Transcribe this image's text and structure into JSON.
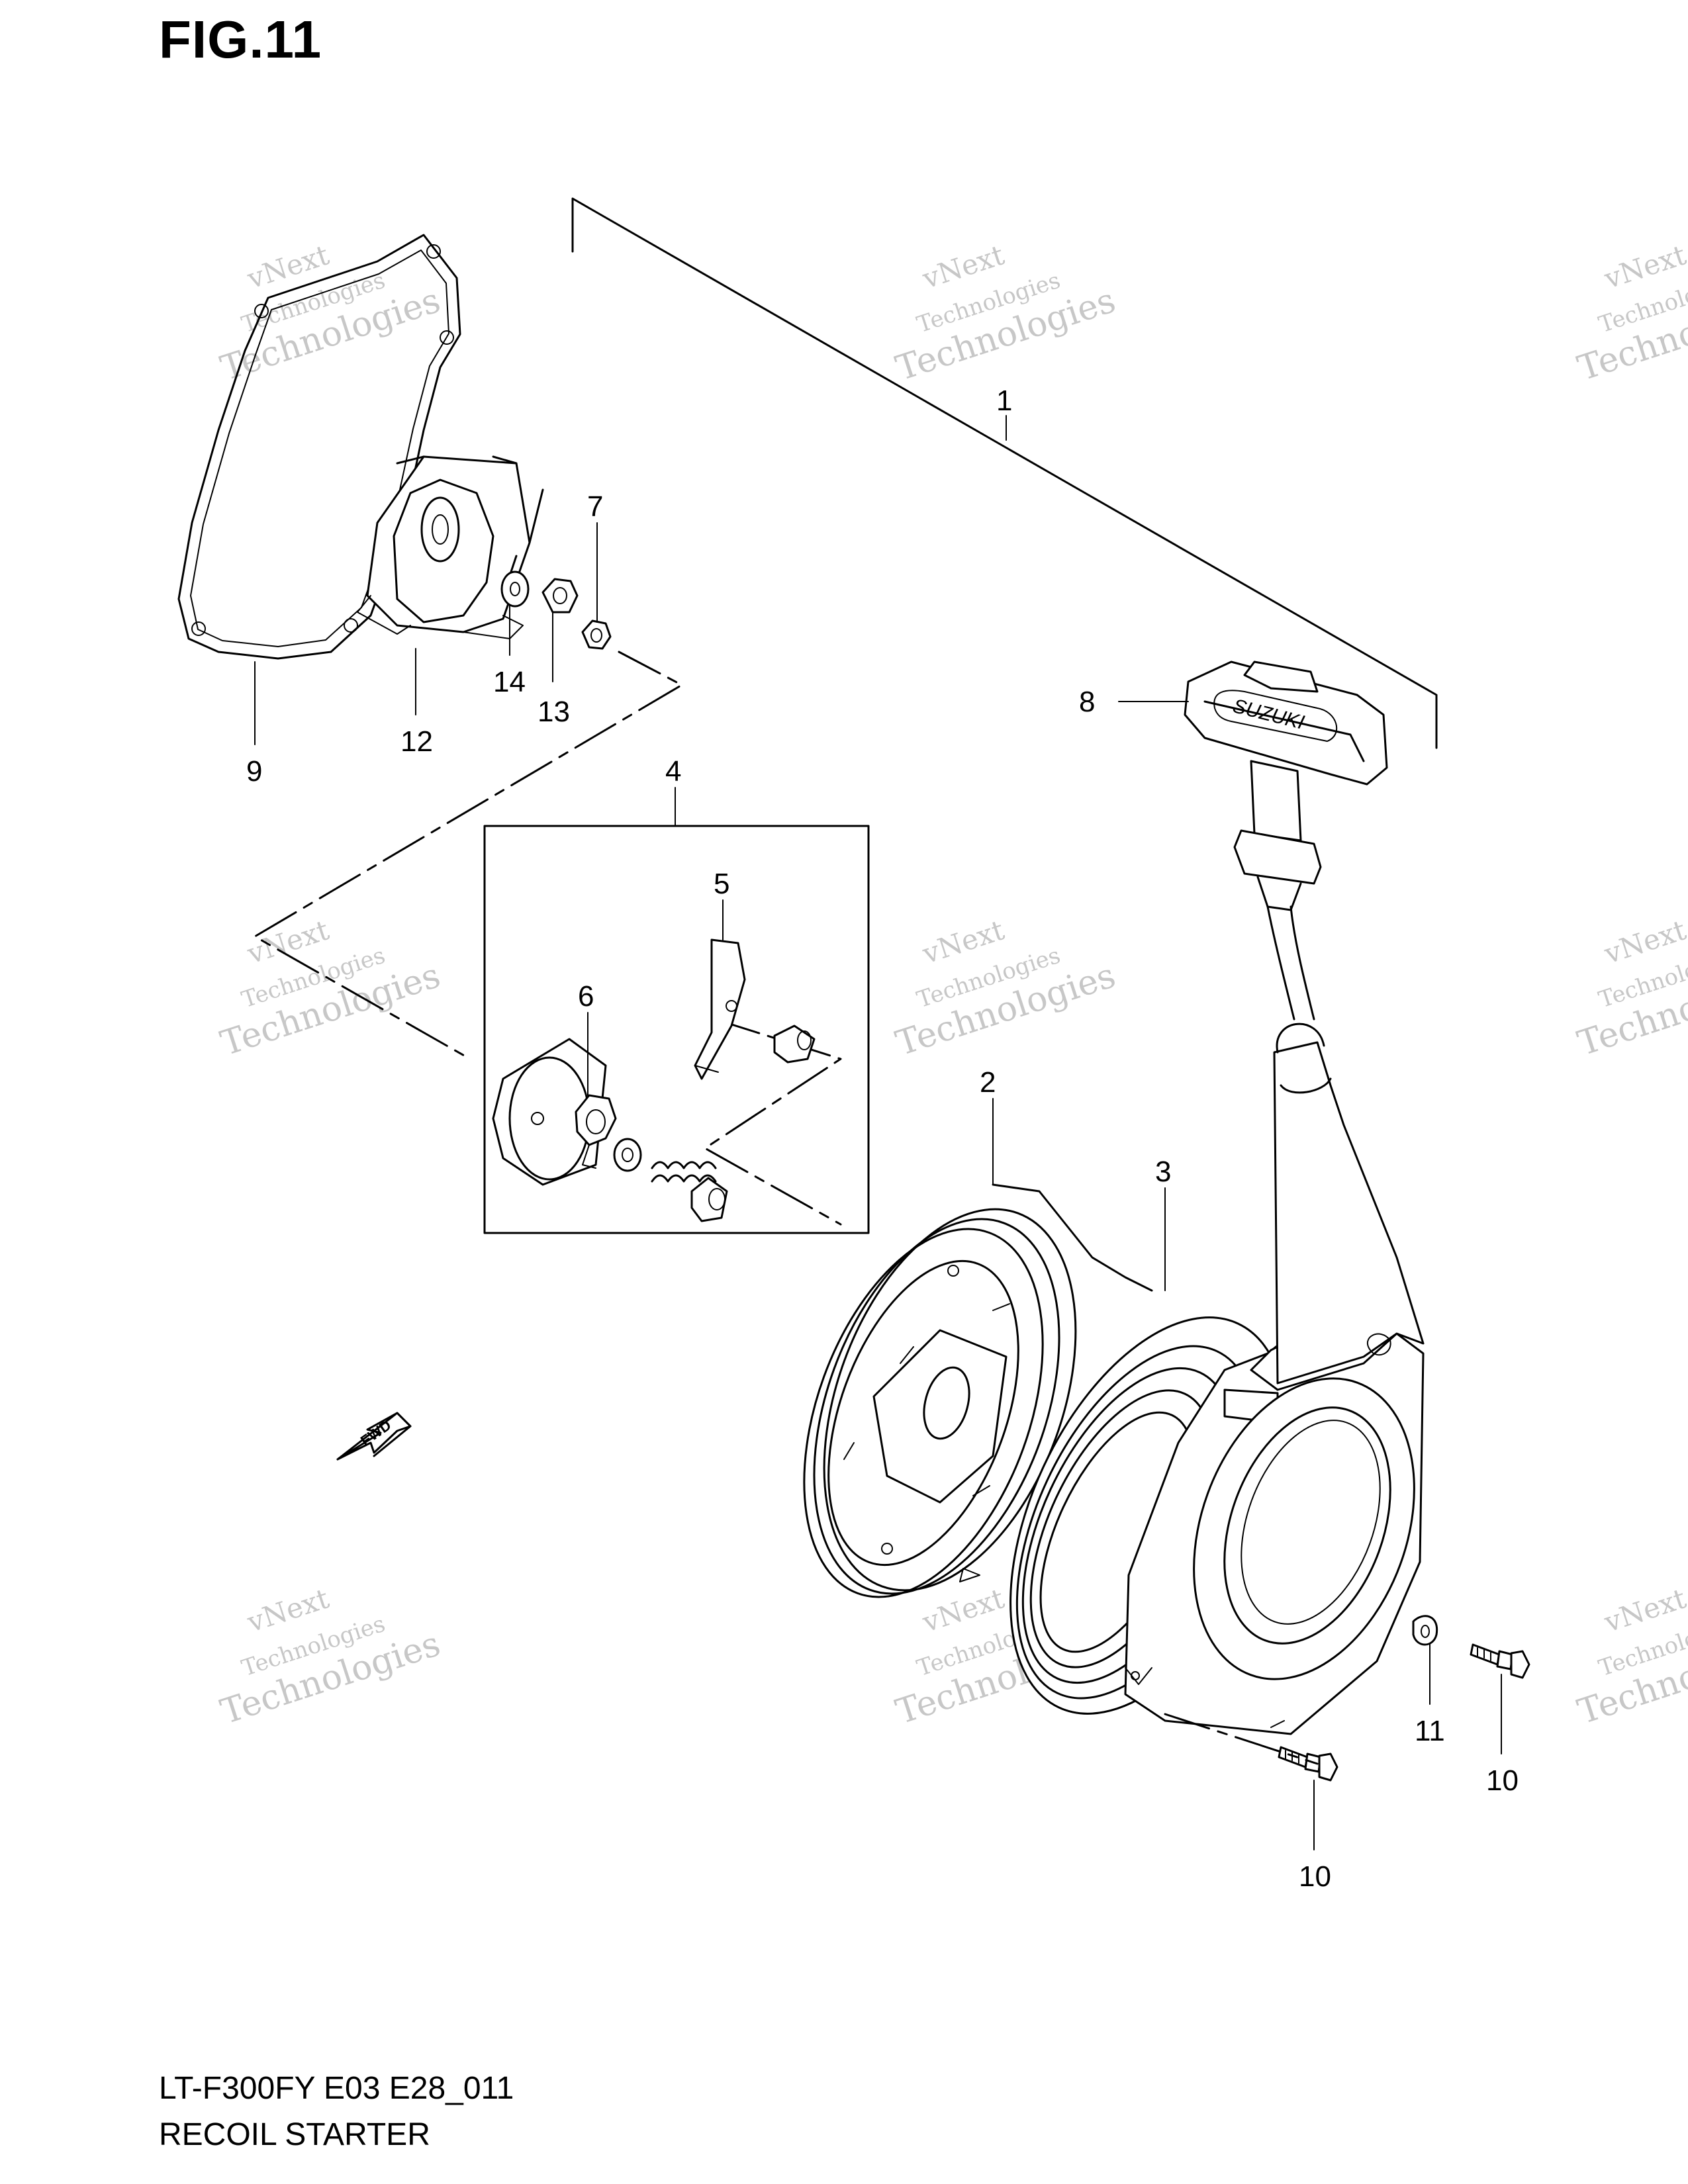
{
  "figure_label": "FIG.11",
  "model_code": "LT-F300FY E03 E28_011",
  "diagram_title": "RECOIL STARTER",
  "fwd_label": "FWD",
  "handle_brand": "SUZUKI",
  "watermark": {
    "line1": "vNext",
    "line2": "Technologies",
    "line3": "Technologies"
  },
  "callouts": [
    "1",
    "2",
    "3",
    "4",
    "5",
    "6",
    "7",
    "8",
    "9",
    "10",
    "10",
    "11",
    "12",
    "13",
    "14"
  ]
}
